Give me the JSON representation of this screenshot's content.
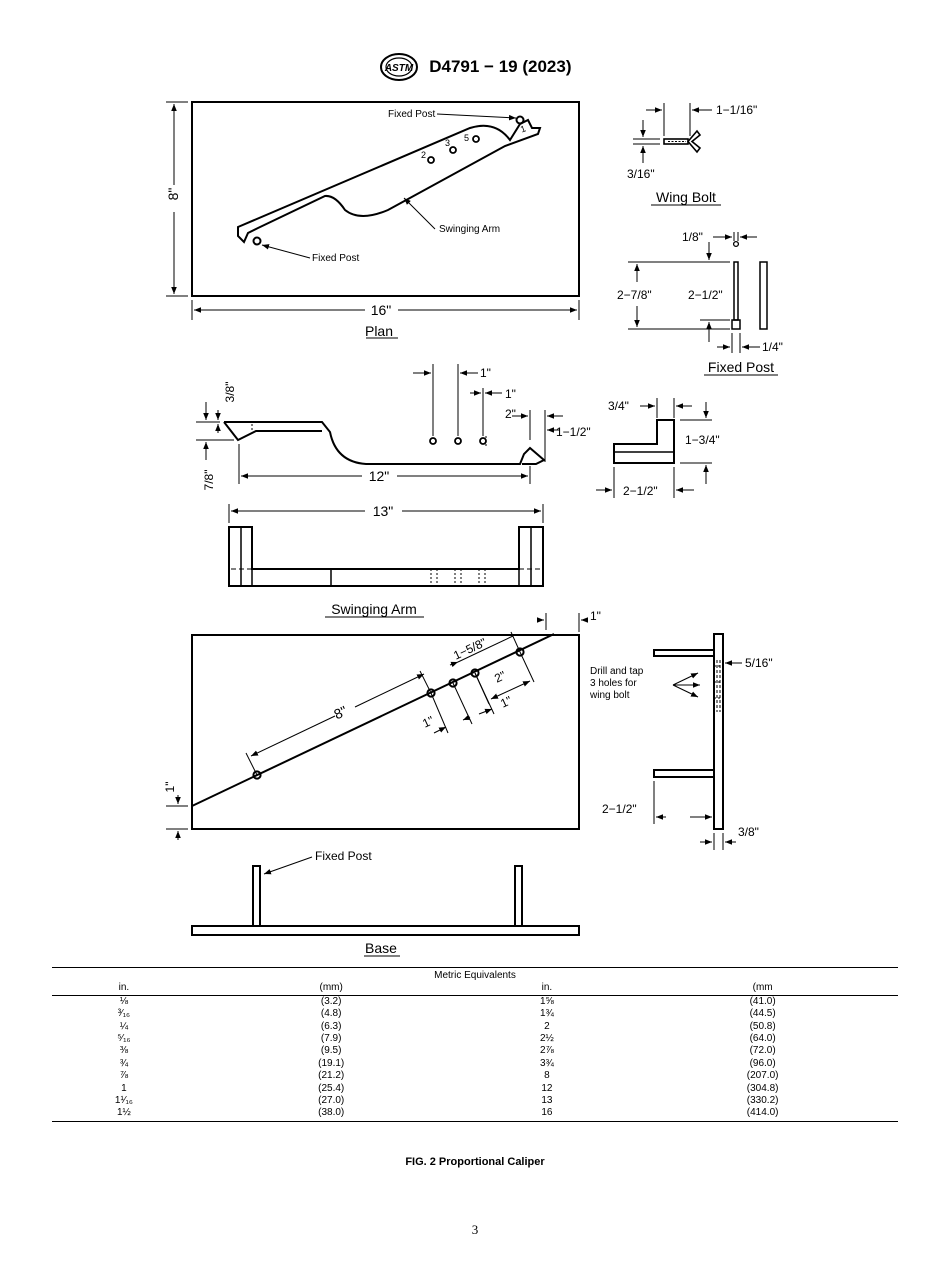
{
  "header": {
    "designation": "D4791 − 19 (2023)",
    "logo_text": "ASTM"
  },
  "drawing": {
    "plan": {
      "title": "Plan",
      "width": "16\"",
      "height": "8\"",
      "fixed_post_top": "Fixed Post",
      "fixed_post_bottom": "Fixed Post",
      "swinging_arm": "Swinging Arm",
      "hole_labels": [
        "1",
        "2",
        "3",
        "5"
      ]
    },
    "wing_bolt": {
      "title": "Wing Bolt",
      "length": "1−1/16\"",
      "diameter": "3/16\""
    },
    "fixed_post": {
      "title": "Fixed Post",
      "diameter": "1/8\"",
      "overall": "2−7/8\"",
      "shaft": "2−1/2\"",
      "width": "1/4\""
    },
    "swinging_arm": {
      "title": "Swinging Arm",
      "dim_3_8": "3/8\"",
      "dim_7_8": "7/8\"",
      "dim_1a": "1\"",
      "dim_1b": "1\"",
      "dim_2": "2\"",
      "dim_1_1_2": "1−1/2\"",
      "dim_12": "12\"",
      "dim_13": "13\""
    },
    "block": {
      "dim_3_4": "3/4\"",
      "dim_1_3_4": "1−3/4\"",
      "dim_2_1_2": "2−1/2\""
    },
    "base": {
      "title": "Base",
      "fixed_post": "Fixed Post",
      "dim_1_top": "1\"",
      "dim_1_5_8": "1−5/8\"",
      "dim_8": "8\"",
      "dim_2": "2\"",
      "dim_1a": "1\"",
      "dim_1b": "1\"",
      "dim_1_left": "1\""
    },
    "side": {
      "note": [
        "Drill and tap",
        "3 holes for",
        "wing bolt"
      ],
      "dim_5_16": "5/16\"",
      "dim_2_1_2": "2−1/2\"",
      "dim_3_8": "3/8\""
    }
  },
  "table": {
    "caption": "Metric Equivalents",
    "headers": [
      "in.",
      "(mm)",
      "in.",
      "(mm"
    ],
    "rows": [
      [
        "⅛",
        "(3.2)",
        "1⅝",
        "(41.0)"
      ],
      [
        "³⁄₁₆",
        "(4.8)",
        "1¾",
        "(44.5)"
      ],
      [
        "¼",
        "(6.3)",
        "2",
        "(50.8)"
      ],
      [
        "⁵⁄₁₆",
        "(7.9)",
        "2½",
        "(64.0)"
      ],
      [
        "⅜",
        "(9.5)",
        "2⅞",
        "(72.0)"
      ],
      [
        "¾",
        "(19.1)",
        "3¾",
        "(96.0)"
      ],
      [
        "⅞",
        "(21.2)",
        "8",
        "(207.0)"
      ],
      [
        "1",
        "(25.4)",
        "12",
        "(304.8)"
      ],
      [
        "1¹⁄₁₆",
        "(27.0)",
        "13",
        "(330.2)"
      ],
      [
        "1½",
        "(38.0)",
        "16",
        "(414.0)"
      ]
    ]
  },
  "figure_caption": "FIG. 2 Proportional Caliper",
  "page_number": "3"
}
